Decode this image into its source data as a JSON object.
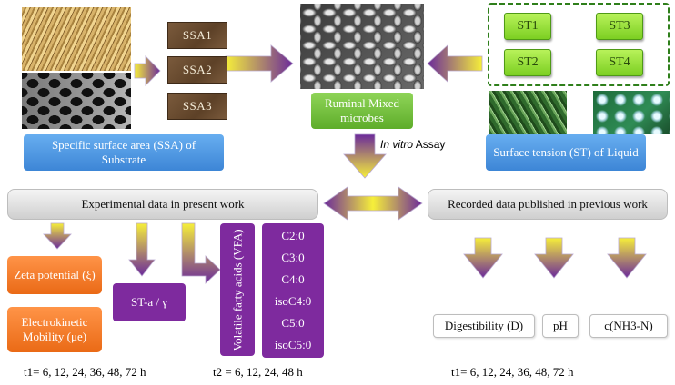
{
  "substrate_tags": [
    "SSA1",
    "SSA2",
    "SSA3"
  ],
  "liquid_tags": [
    "ST1",
    "ST3",
    "ST2",
    "ST4"
  ],
  "microbes_label": "Ruminal Mixed microbes",
  "ssa_label": "Specific surface area (SSA) of Substrate",
  "st_label": "Surface tension (ST) of Liquid",
  "assay_label": {
    "italic": "In vitro",
    "rest": " Assay"
  },
  "experimental_label": "Experimental data in present work",
  "recorded_label": "Recorded data published in previous work",
  "zeta_label": "Zeta potential (ξ)",
  "electrokinetic_label": "Electrokinetic Mobility (μe)",
  "st_a_label": "ST-a / γ",
  "vfa_label": "Volatile fatty acids (VFA)",
  "vfa_items": [
    "C2:0",
    "C3:0",
    "C4:0",
    "isoC4:0",
    "C5:0",
    "isoC5:0"
  ],
  "digestibility_label": "Digestibility (D)",
  "ph_label": "pH",
  "nh3_label": "c(NH3-N)",
  "time_left": "t1= 6, 12, 24, 36, 48, 72 h",
  "time_mid": "t2 = 6, 12, 24, 48 h",
  "time_right": "t1= 6, 12, 24, 36, 48, 72 h",
  "colors": {
    "arrow_yellow": "#f6ef3a",
    "arrow_purple": "#6b2a9a",
    "blue": "#4a92df",
    "green": "#71bd3a",
    "orange": "#f27c2a",
    "purple": "#7e2a9e",
    "dashed_border": "#2f7f1b"
  }
}
